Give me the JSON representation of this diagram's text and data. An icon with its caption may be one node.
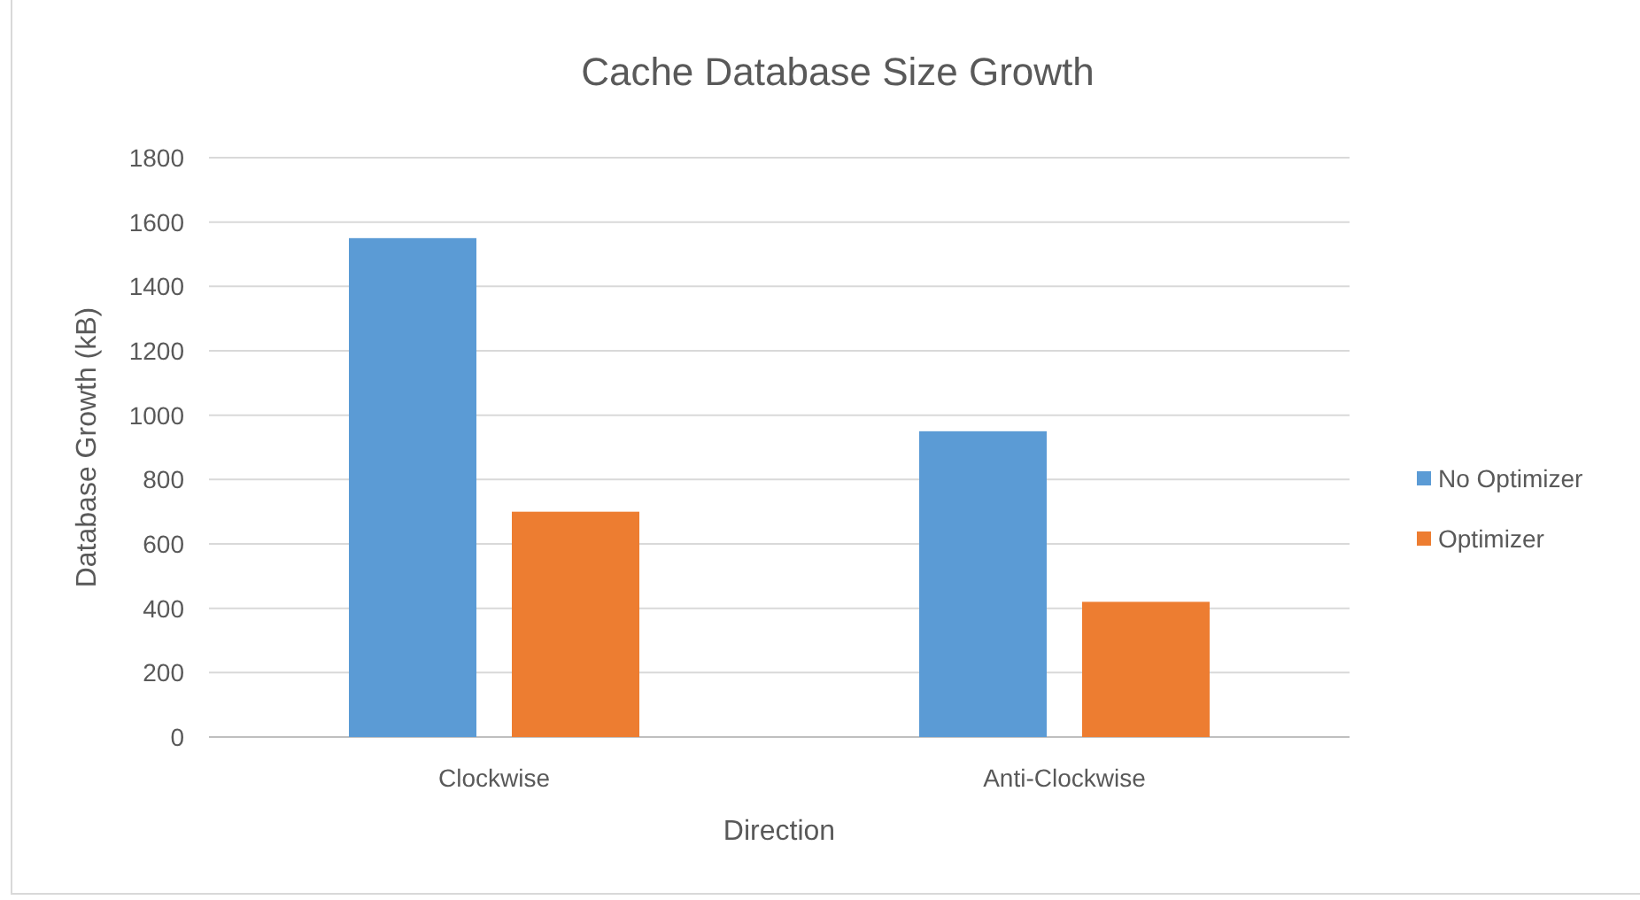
{
  "diagram": {
    "chart_data": {
      "type": "bar",
      "title": "Cache Database Size Growth",
      "xlabel": "Direction",
      "ylabel": "Database Growth (kB)",
      "categories": [
        "Clockwise",
        "Anti-Clockwise"
      ],
      "series": [
        {
          "name": "No Optimizer",
          "color": "#5b9bd5",
          "values": [
            1550,
            950
          ]
        },
        {
          "name": "Optimizer",
          "color": "#ed7d31",
          "values": [
            700,
            420
          ]
        }
      ],
      "grid": true,
      "ylim": [
        0,
        1800
      ],
      "yticks": [
        0,
        200,
        400,
        600,
        800,
        1000,
        1200,
        1400,
        1600,
        1800
      ]
    }
  }
}
